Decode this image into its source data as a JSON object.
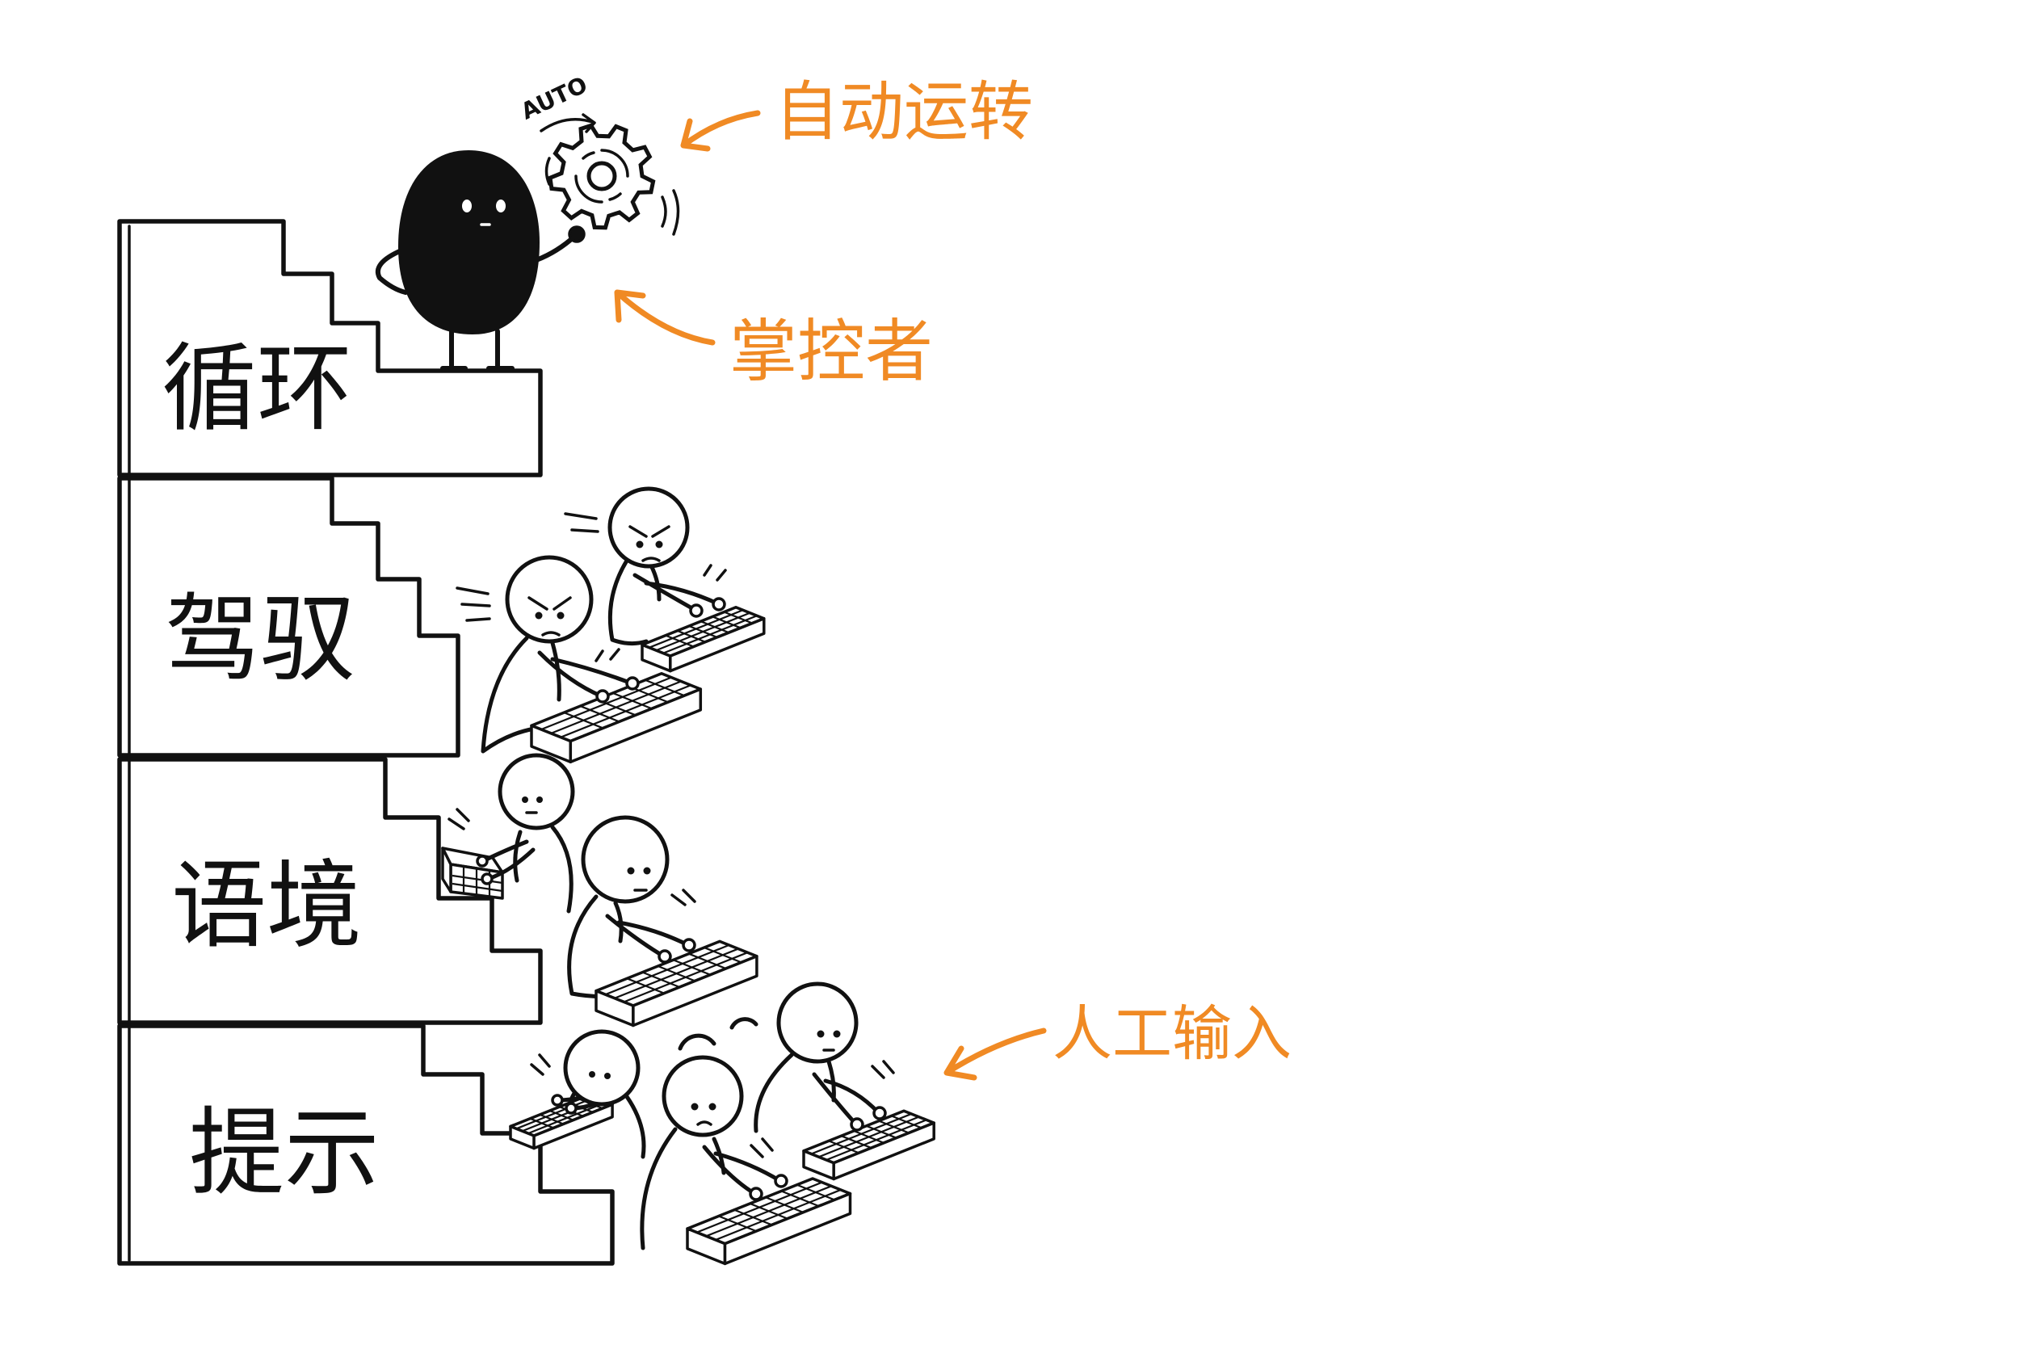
{
  "steps": [
    {
      "label": "循环"
    },
    {
      "label": "驾驭"
    },
    {
      "label": "语境"
    },
    {
      "label": "提示"
    }
  ],
  "annotations": {
    "auto_run": "自动运转",
    "controller": "掌控者",
    "manual_input": "人工输入"
  },
  "gear": {
    "label": "AUTO",
    "icon": "gear-icon"
  },
  "icons": [
    "gear-icon",
    "keyboard-icon",
    "arrow-icon"
  ],
  "colors": {
    "accent": "#F08A24",
    "ink": "#111111",
    "background": "#FFFFFF"
  }
}
